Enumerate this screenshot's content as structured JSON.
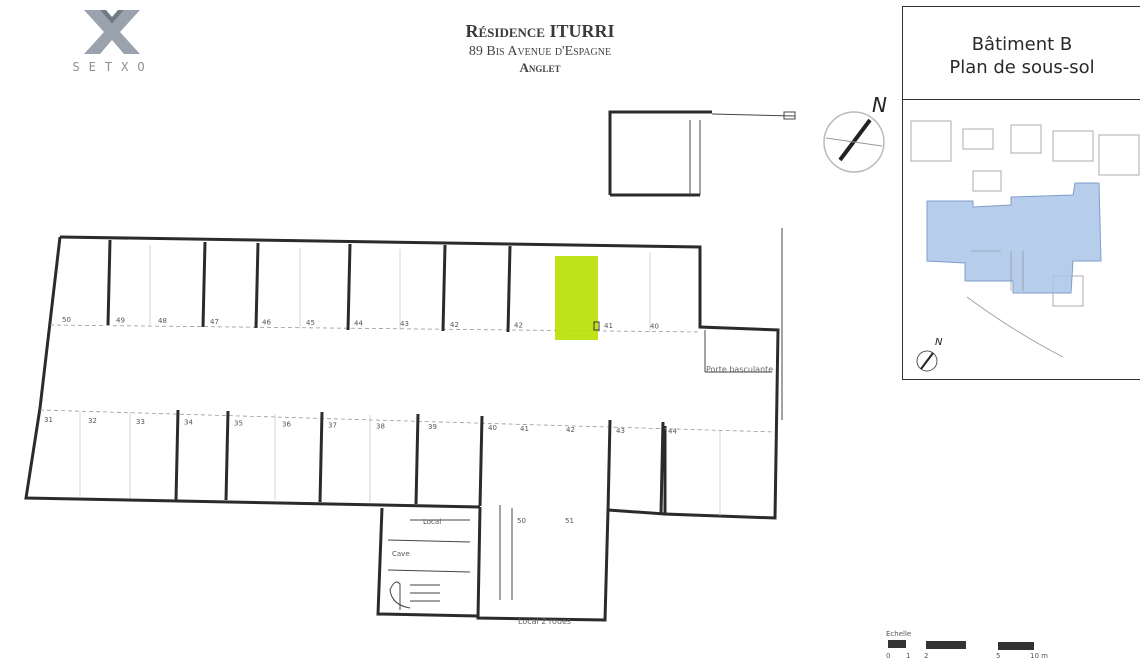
{
  "logo": {
    "name": "SETXO"
  },
  "header": {
    "title": "Résidence ITURRI",
    "address": "89 Bis Avenue d'Espagne",
    "city": "Anglet"
  },
  "key_plan": {
    "line1": "Bâtiment B",
    "line2": "Plan de sous-sol",
    "highlight_color": "#a9c4e8"
  },
  "compass": {
    "north_label": "N"
  },
  "plan": {
    "highlight_color": "#b8e000",
    "top_row_spots": [
      "50",
      "49",
      "48",
      "47",
      "46",
      "45",
      "44",
      "43",
      "42",
      "42",
      "41",
      "40"
    ],
    "bottom_row_spots": [
      "31",
      "32",
      "33",
      "34",
      "35",
      "36",
      "37",
      "38",
      "39",
      "40",
      "41",
      "42",
      "43",
      "44"
    ],
    "ramp_spots": [
      "50",
      "51"
    ],
    "room_labels": {
      "porte": "Porte basculante",
      "local": "Local",
      "local_2roues": "Local 2 roues",
      "cave": "Cave"
    }
  },
  "scale": {
    "label": "Echelle",
    "ticks": [
      "0",
      "1",
      "2",
      "5",
      "10 m"
    ]
  }
}
